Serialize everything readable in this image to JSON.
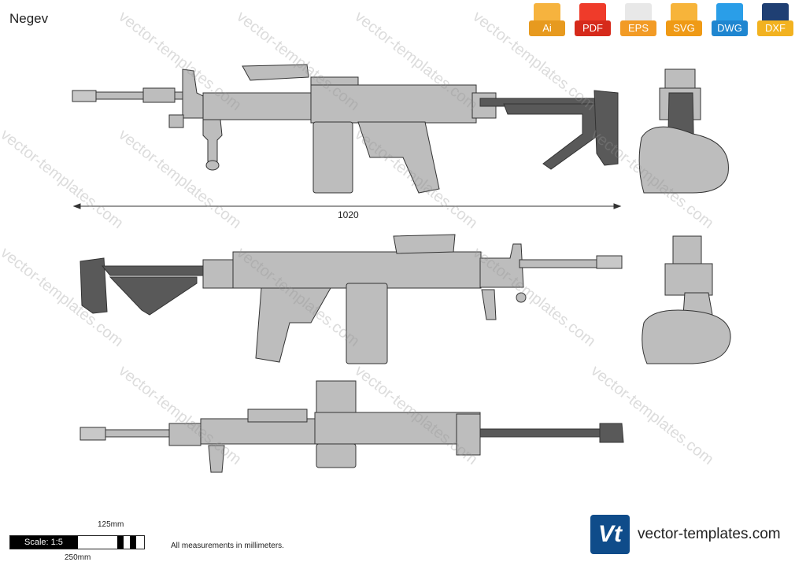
{
  "title": "Negev",
  "formats": [
    "Ai",
    "PDF",
    "EPS",
    "SVG",
    "DWG",
    "DXF"
  ],
  "dimension_length": "1020",
  "scale": {
    "label": "Scale: 1:5",
    "dim_small": "125mm",
    "dim_large": "250mm"
  },
  "note": "All measurements in millimeters.",
  "logo": {
    "mark": "Vt",
    "site": "vector-templates.com"
  },
  "watermark_text": "vector-templates.com",
  "colors": {
    "body": "#bdbdbd",
    "dark_part": "#595959",
    "outline": "#333333",
    "logo_blue": "#0f4c8a"
  }
}
